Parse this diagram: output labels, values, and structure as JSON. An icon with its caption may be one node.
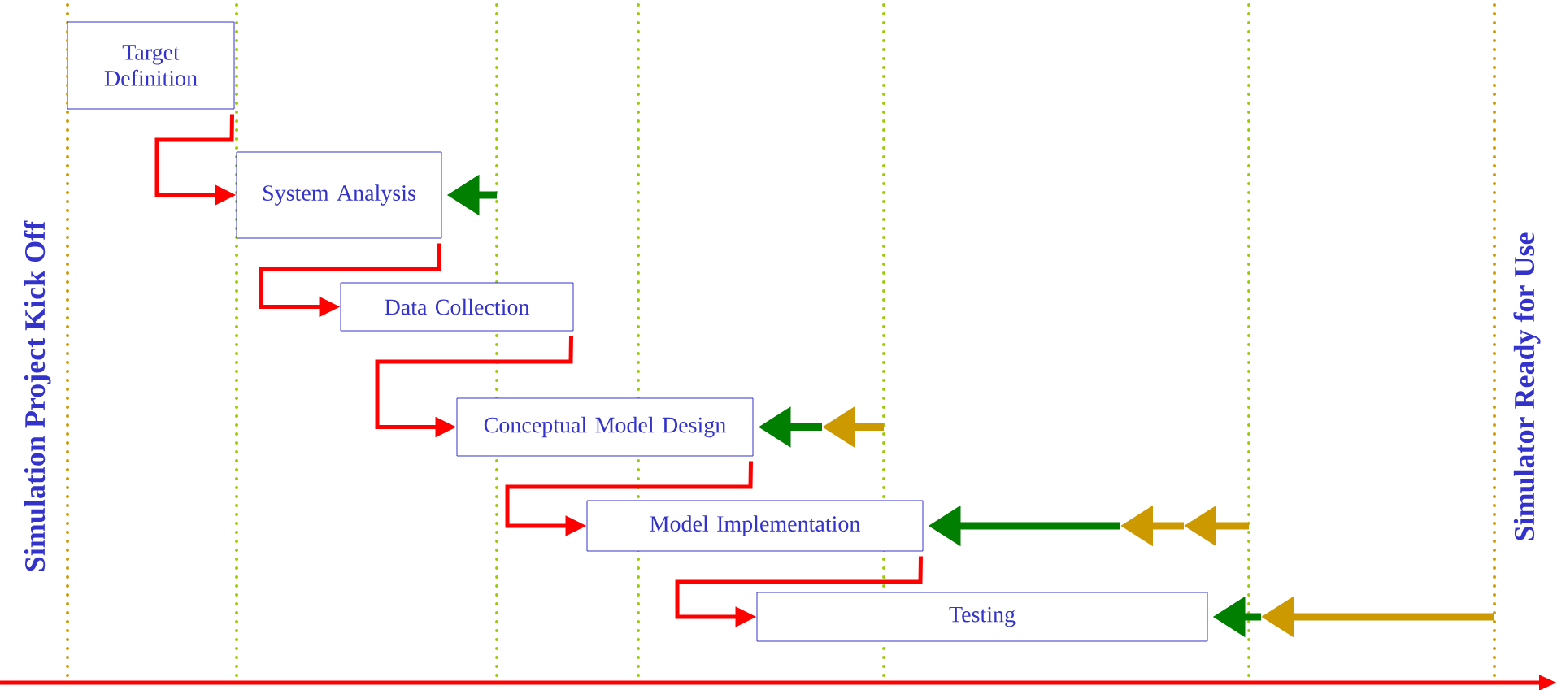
{
  "diagram": {
    "nodes": [
      {
        "text": [
          "Target Definition"
        ]
      },
      {
        "text": [
          "System Analysis"
        ]
      },
      {
        "text": [
          "Data Collection"
        ]
      },
      {
        "text": [
          "Conceptual Model Design"
        ]
      },
      {
        "text": [
          "Model Implementation"
        ]
      },
      {
        "text": [
          "Testing"
        ]
      }
    ],
    "edges": [
      {
        "from": 0,
        "to": 1,
        "arrow": "to",
        "color": "#ff0000"
      },
      {
        "from": 1,
        "to": 2,
        "arrow": "to",
        "color": "#ff0000"
      },
      {
        "from": 2,
        "to": 3,
        "arrow": "to",
        "color": "#ff0000"
      },
      {
        "from": 3,
        "to": 4,
        "arrow": "to",
        "color": "#ff0000"
      },
      {
        "from": 4,
        "to": 5,
        "arrow": "to",
        "color": "#ff0000"
      },
      {
        "from": null,
        "to": 1,
        "arrow": "to",
        "style": "thick",
        "color": "#007f00"
      },
      {
        "from": null,
        "to": 3,
        "arrow": "to",
        "style": "thick",
        "color": "#007f00"
      },
      {
        "from": null,
        "to": 4,
        "arrow": "to",
        "style": "thick",
        "color": "#007f00"
      },
      {
        "from": null,
        "to": 5,
        "arrow": "to",
        "style": "thick",
        "color": "#007f00"
      }
    ],
    "labels": [
      "Simulation Project Kick Off",
      "Simulator Ready for Use"
    ]
  }
}
